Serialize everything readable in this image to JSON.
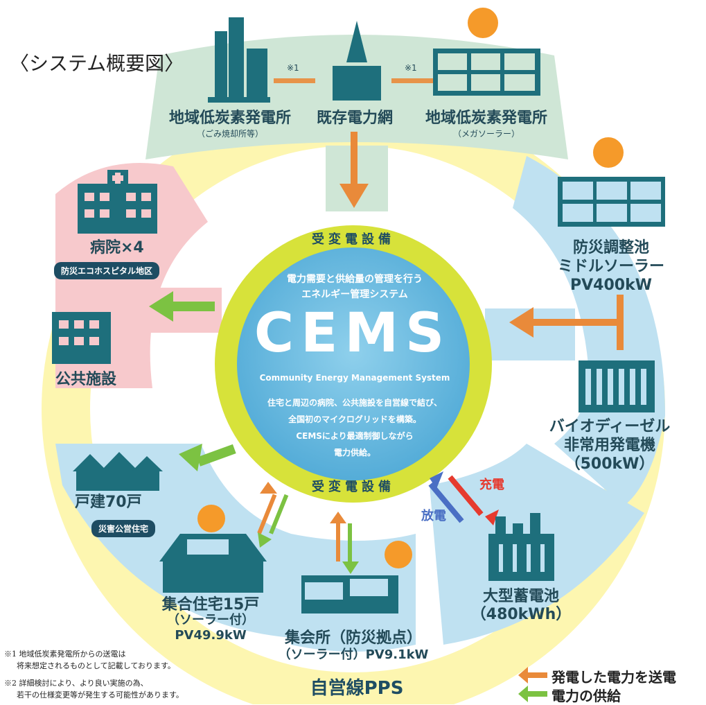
{
  "title": "〈システム概要図〉",
  "top": {
    "left_plant": {
      "name": "地域低炭素発電所",
      "sub": "（ごみ焼却所等）"
    },
    "grid": {
      "name": "既存電力網"
    },
    "right_plant": {
      "name": "地域低炭素発電所",
      "sub": "（メガソーラー）"
    },
    "note_mark_1": "※1",
    "note_mark_2": "※1"
  },
  "cems": {
    "substation_top": "受変電設備",
    "substation_bottom": "受変電設備",
    "tagline_1": "電力需要と供給量の管理を行う",
    "tagline_2": "エネルギー管理システム",
    "word": "CEMS",
    "full": "Community Energy Management System",
    "desc_1": "住宅と周辺の病院、公共施設を自営線で結び、",
    "desc_2": "全国初のマイクログリッドを構築。",
    "desc_3": "CEMSにより最適制御しながら",
    "desc_4": "電力供給。"
  },
  "left": {
    "hospital": "病院×4",
    "hospital_badge": "防災エコホスピタル地区",
    "public": "公共施設",
    "houses": "戸建70戸",
    "houses_badge": "災害公営住宅"
  },
  "right": {
    "solar_1": "防災調整池",
    "solar_2": "ミドルソーラー",
    "solar_3": "PV400kW",
    "bio_1": "バイオディーゼル",
    "bio_2": "非常用発電機",
    "bio_3": "（500kW）"
  },
  "bottom": {
    "apartment_1": "集合住宅15戸",
    "apartment_2": "（ソーラー付）",
    "apartment_3": "PV49.9kW",
    "hall_1": "集会所（防災拠点）",
    "hall_2": "（ソーラー付）PV9.1kW",
    "battery_1": "大型蓄電池",
    "battery_2": "（480kWh）",
    "charge": "充電",
    "discharge": "放電",
    "pps": "自営線PPS"
  },
  "notes": {
    "n1_a": "※1 地域低炭素発電所からの送電は",
    "n1_b": "将来想定されるものとして記載しております。",
    "n2_a": "※2 詳細検討により、より良い実施の為、",
    "n2_b": "若干の仕様変更等が発生する可能性があります。"
  },
  "legend": {
    "send": "発電した電力を送電",
    "supply": "電力の供給"
  },
  "colors": {
    "teal": "#1e6f7c",
    "green_band": "#cfe6d6",
    "blue_band": "#bfe1f1",
    "pink_band": "#f7c9cc",
    "yellow_ring": "#fdf39a",
    "lime_ring": "#d7e23a",
    "orange_arrow": "#e98a3a",
    "green_arrow": "#7cc242",
    "red_arrow": "#e63a2e",
    "blue_arrow": "#4a6fc4",
    "sun": "#f59a2a"
  }
}
